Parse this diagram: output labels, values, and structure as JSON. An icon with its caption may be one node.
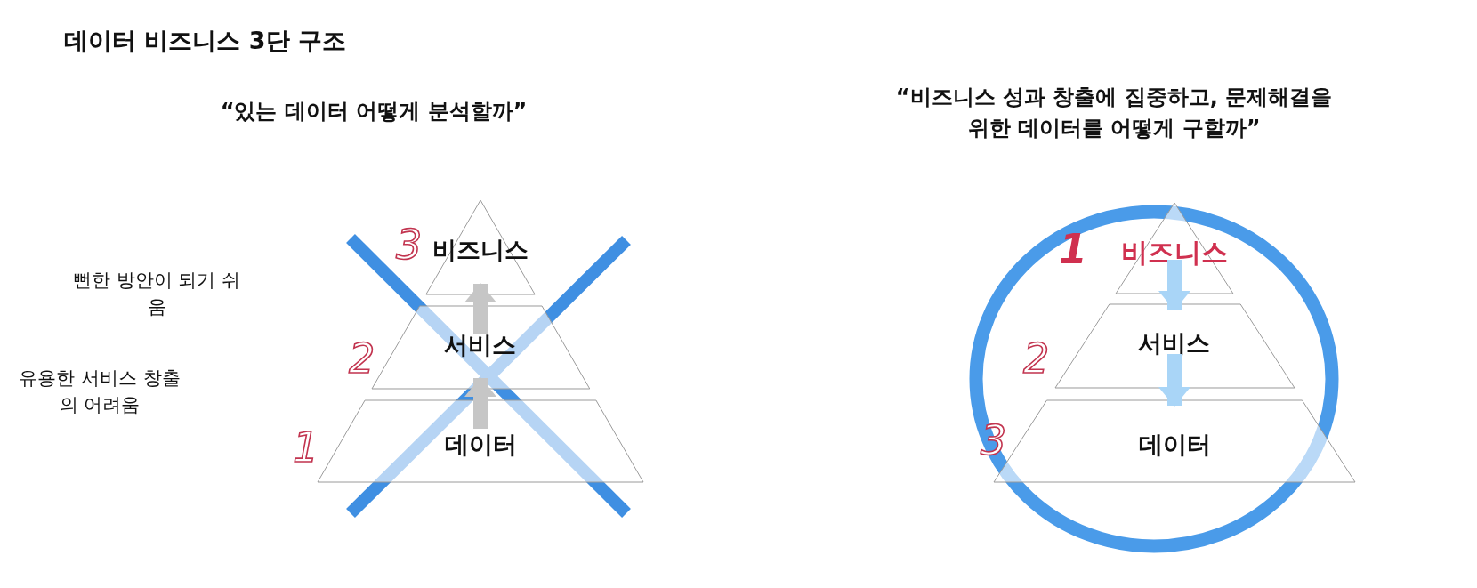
{
  "diagram": {
    "title": "데이터 비즈니스 3단 구조",
    "nodes": [
      {
        "text": [
          "비즈니스"
        ],
        "beside": [
          "3"
        ]
      },
      {
        "text": [
          "서비스"
        ],
        "beside": [
          "2"
        ]
      },
      {
        "text": [
          "데이터"
        ],
        "beside": [
          "1"
        ]
      },
      {
        "text": [
          "비즈니스"
        ],
        "beside": [
          "1"
        ]
      },
      {
        "text": [
          "서비스"
        ],
        "beside": [
          "2"
        ]
      },
      {
        "text": [
          "데이터"
        ],
        "beside": [
          "3"
        ]
      }
    ],
    "edges": [
      {
        "from": 2,
        "to": 1,
        "arrow": "to"
      },
      {
        "from": 1,
        "to": 0,
        "arrow": "to"
      },
      {
        "from": 3,
        "to": 4,
        "arrow": "to",
        "color": "#a9d5f7"
      },
      {
        "from": 4,
        "to": 5,
        "arrow": "to",
        "color": "#a9d5f7"
      }
    ],
    "labels": [
      "“있는 데이터 어떻게 분석할까”",
      "뻔한 방안이 되기 쉬움",
      "유용한 서비스 창출의 어려움",
      "“비즈니스 성과 창출에 집중하고, 문제해결을 위한 데이터를 어떻게 구할까”"
    ]
  }
}
